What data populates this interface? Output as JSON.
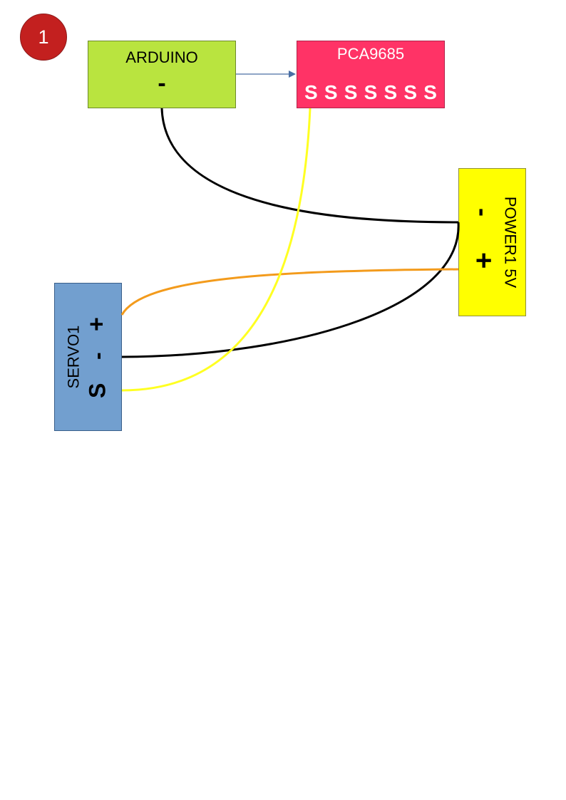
{
  "step": {
    "number": "1"
  },
  "arduino": {
    "title": "ARDUINO",
    "pin_minus": "-"
  },
  "pca9685": {
    "title": "PCA9685",
    "pins": [
      "S",
      "S",
      "S",
      "S",
      "S",
      "S",
      "S"
    ]
  },
  "power": {
    "title": "POWER1 5V",
    "pin_minus": "-",
    "pin_plus": "+"
  },
  "servo": {
    "title": "SERVO1",
    "pin_signal": "S",
    "pin_minus": "-",
    "pin_plus": "+"
  },
  "colors": {
    "arduino": "#b9e43f",
    "pca9685": "#ff3366",
    "power": "#ffff00",
    "servo": "#729fcf",
    "badge": "#c3201f",
    "wire_ground": "#000000",
    "wire_signal": "#ffff22",
    "wire_power": "#f39b1c",
    "arrow": "#4a6fa5"
  }
}
